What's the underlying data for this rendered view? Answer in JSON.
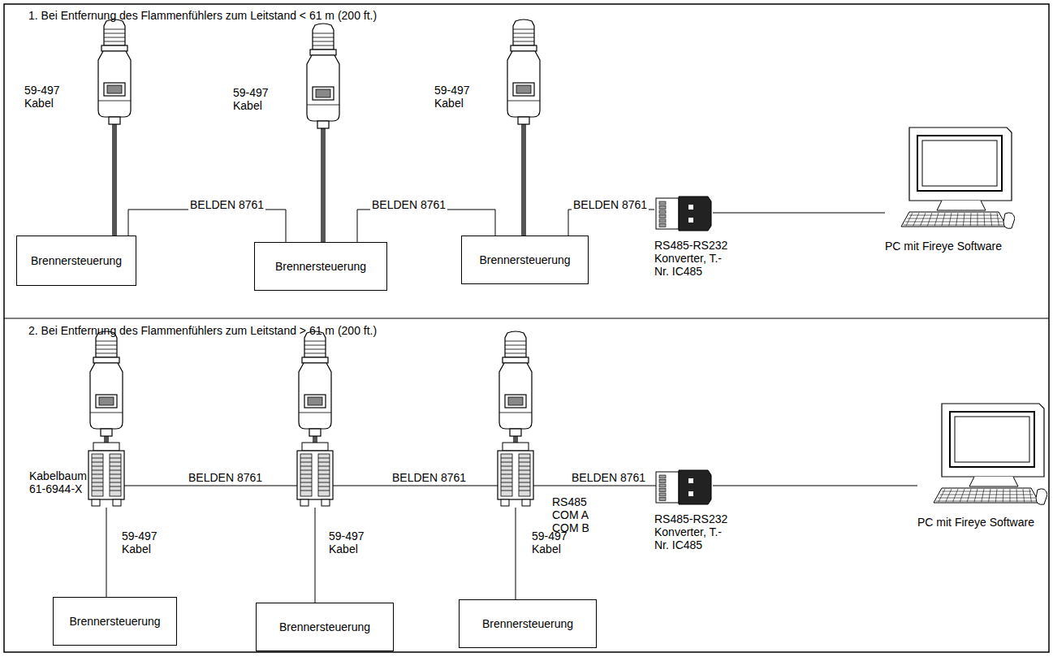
{
  "diagram": {
    "nodes": [
      {
        "text": [
          "Brennersteuerung"
        ]
      },
      {
        "text": [
          "Brennersteuerung"
        ]
      },
      {
        "text": [
          "Brennersteuerung"
        ]
      },
      {
        "text": [
          "RS485-RS232 Konverter, T.-Nr. IC485"
        ]
      },
      {
        "text": [
          "PC mit Fireye Software"
        ]
      },
      {
        "text": [
          "Brennersteuerung"
        ]
      },
      {
        "text": [
          "Brennersteuerung"
        ]
      },
      {
        "text": [
          "Brennersteuerung"
        ]
      },
      {
        "text": [
          "RS485-RS232 Konverter, T.-Nr. IC485"
        ]
      },
      {
        "text": [
          "PC mit Fireye Software"
        ]
      }
    ],
    "edges": [
      {
        "from": 0,
        "to": 1,
        "label": "BELDEN 8761",
        "arrow": "none"
      },
      {
        "from": 1,
        "to": 2,
        "label": "BELDEN 8761",
        "arrow": "none"
      },
      {
        "from": 2,
        "to": 3,
        "label": "BELDEN 8761",
        "arrow": "none"
      },
      {
        "from": 3,
        "to": 4,
        "arrow": "none"
      },
      {
        "from": 8,
        "to": 9,
        "arrow": "none"
      }
    ],
    "labels": [
      "1. Bei Entfernung des Flammenfühlers zum Leitstand < 61 m (200 ft.)",
      "59-497 Kabel",
      "59-497 Kabel",
      "59-497 Kabel",
      "2. Bei Entfernung des Flammenfühlers zum Leitstand > 61 m (200 ft.)",
      "Kabelbaum 61-6944-X",
      "BELDEN 8761",
      "BELDEN 8761",
      "BELDEN 8761",
      "RS485",
      "COM A",
      "COM B",
      "59-497 Kabel",
      "59-497 Kabel",
      "59-497 Kabel"
    ]
  }
}
